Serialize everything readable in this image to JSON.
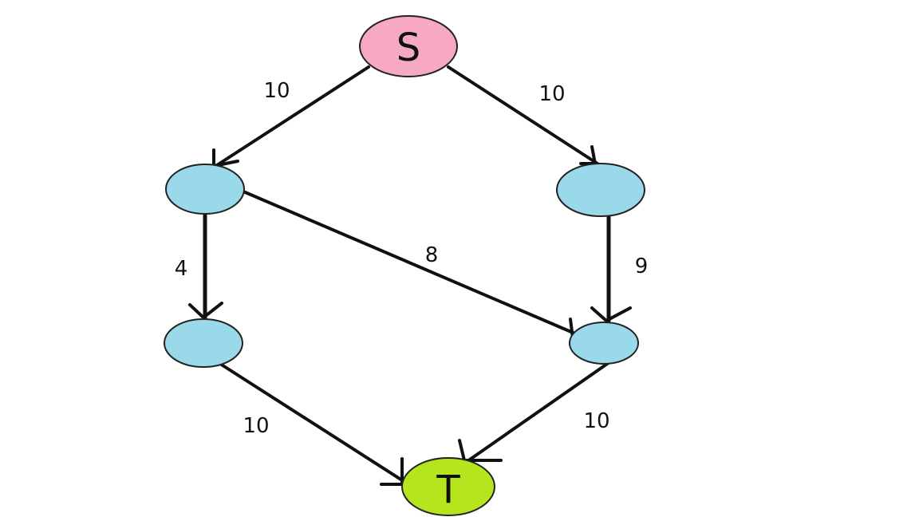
{
  "colors": {
    "source_fill": "#f7a8c4",
    "sink_fill": "#b5e61d",
    "node_fill": "#99d9ea",
    "edge": "#111111"
  },
  "nodes": {
    "source": {
      "label": "S"
    },
    "a": {
      "label": ""
    },
    "b": {
      "label": ""
    },
    "c": {
      "label": ""
    },
    "d": {
      "label": ""
    },
    "sink": {
      "label": "T"
    }
  },
  "edges": {
    "s_a": {
      "capacity": "10"
    },
    "s_b": {
      "capacity": "10"
    },
    "a_c": {
      "capacity": "4"
    },
    "a_d": {
      "capacity": "8"
    },
    "b_d": {
      "capacity": "9"
    },
    "c_t": {
      "capacity": "10"
    },
    "d_t": {
      "capacity": "10"
    }
  }
}
